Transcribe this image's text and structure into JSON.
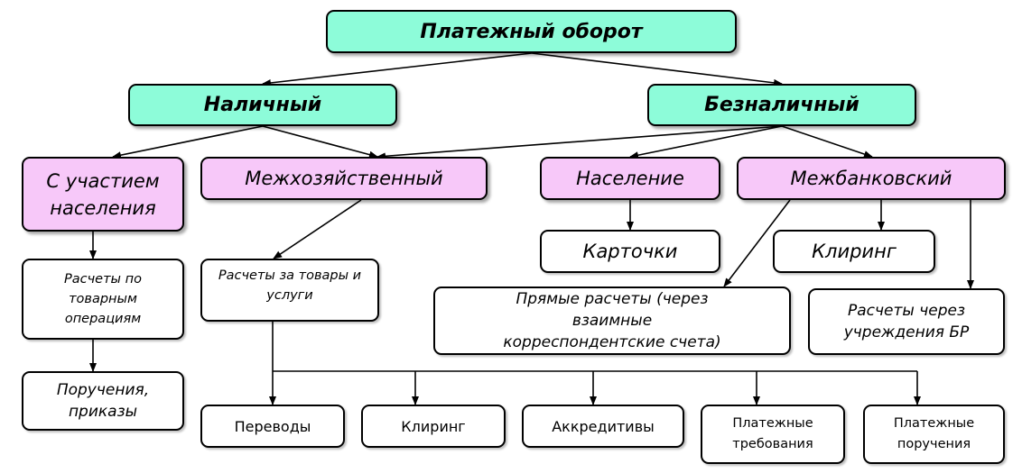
{
  "diagram": {
    "root": "Платежный оборот",
    "cash": "Наличный",
    "noncash": "Безналичный",
    "with_population": "С участием населения",
    "interfarm": "Межхозяйственный",
    "population": "Население",
    "interbank": "Межбанковский",
    "settlements_goods_ops": "Расчеты по товарным операциям",
    "settlements_goods_services": "Расчеты за товары и услуги",
    "cards": "Карточки",
    "clearing_top": "Клиринг",
    "direct_settlements": "Прямые расчеты (через взаимные корреспондентские счета)",
    "settlements_via_br": "Расчеты через учреждения БР",
    "orders": "Поручения, приказы",
    "transfers": "Переводы",
    "clearing_bottom": "Клиринг",
    "letters_of_credit": "Аккредитивы",
    "payment_requests": "Платежные требования",
    "payment_orders": "Платежные поручения"
  }
}
